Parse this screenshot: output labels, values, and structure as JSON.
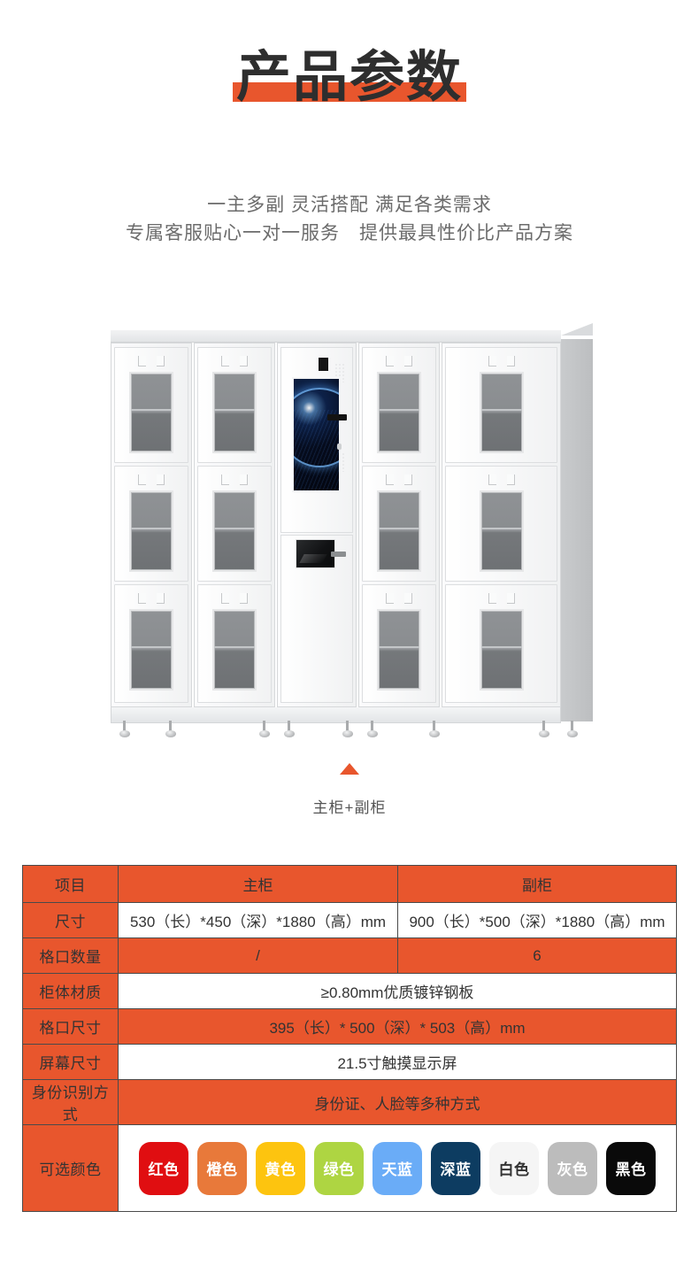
{
  "header": {
    "title": "产品参数",
    "accent_color": "#e8562d"
  },
  "subtitle": {
    "line1": "一主多副 灵活搭配 满足各类需求",
    "line2": "专属客服贴心一对一服务　提供最具性价比产品方案"
  },
  "product": {
    "caption": "主柜+副柜"
  },
  "table": {
    "columns": [
      "项目",
      "主柜",
      "副柜"
    ],
    "rows": [
      {
        "label": "尺寸",
        "main": "530（长）*450（深）*1880（高）mm",
        "sub": "900（长）*500（深）*1880（高）mm",
        "style": "split-white"
      },
      {
        "label": "格口数量",
        "main": "/",
        "sub": "6",
        "style": "split-orange"
      },
      {
        "label": "柜体材质",
        "value": "≥0.80mm优质镀锌钢板",
        "style": "merged-white"
      },
      {
        "label": "格口尺寸",
        "value": "395（长）* 500（深）* 503（高）mm",
        "style": "merged-orange"
      },
      {
        "label": "屏幕尺寸",
        "value": "21.5寸触摸显示屏",
        "style": "merged-white"
      },
      {
        "label": "身份识别方式",
        "value": "身份证、人脸等多种方式",
        "style": "merged-orange"
      },
      {
        "label": "可选颜色",
        "style": "merged-swatches"
      }
    ],
    "colors": [
      {
        "name": "红色",
        "hex": "#e00e11",
        "text": "#ffffff"
      },
      {
        "name": "橙色",
        "hex": "#e8793a",
        "text": "#ffffff"
      },
      {
        "name": "黄色",
        "hex": "#fdc40f",
        "text": "#ffffff"
      },
      {
        "name": "绿色",
        "hex": "#aed542",
        "text": "#ffffff"
      },
      {
        "name": "天蓝",
        "hex": "#6aacf7",
        "text": "#ffffff"
      },
      {
        "name": "深蓝",
        "hex": "#0d3c61",
        "text": "#ffffff"
      },
      {
        "name": "白色",
        "hex": "#f5f5f5",
        "text": "#333333"
      },
      {
        "name": "灰色",
        "hex": "#bcbcbc",
        "text": "#ffffff"
      },
      {
        "name": "黑色",
        "hex": "#0a0a0a",
        "text": "#ffffff"
      }
    ]
  }
}
